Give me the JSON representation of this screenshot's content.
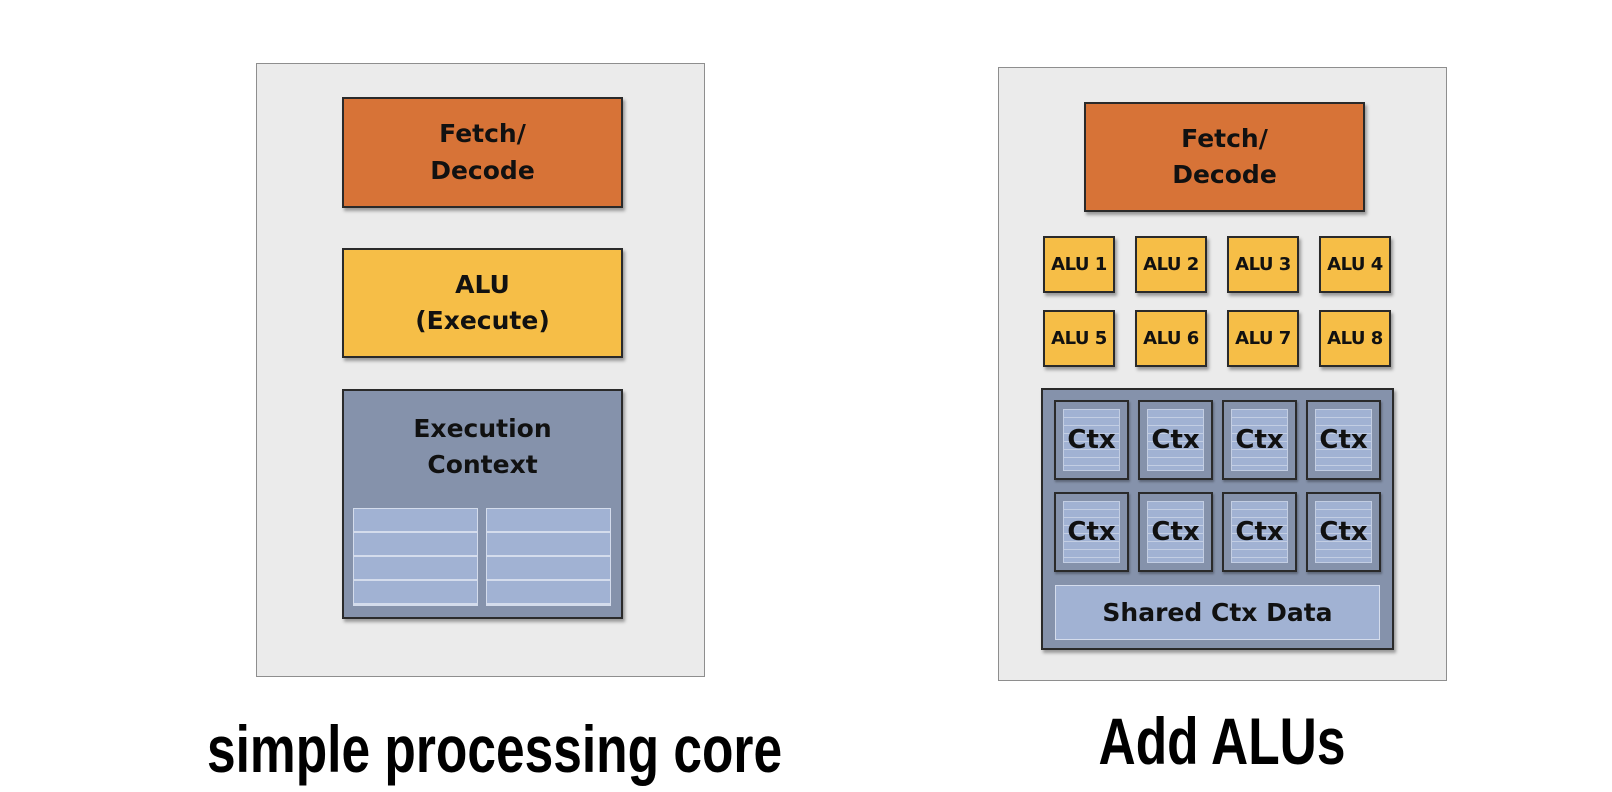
{
  "left_core": {
    "fetch_decode": "Fetch/\nDecode",
    "alu": "ALU\n(Execute)",
    "execution_context": "Execution\nContext",
    "caption": "simple processing core"
  },
  "right_core": {
    "fetch_decode": "Fetch/\nDecode",
    "alus": [
      "ALU 1",
      "ALU 2",
      "ALU 3",
      "ALU 4",
      "ALU 5",
      "ALU 6",
      "ALU 7",
      "ALU 8"
    ],
    "contexts": [
      "Ctx",
      "Ctx",
      "Ctx",
      "Ctx",
      "Ctx",
      "Ctx",
      "Ctx",
      "Ctx"
    ],
    "shared_data": "Shared Ctx Data",
    "caption": "Add ALUs"
  },
  "colors": {
    "fetch": "#d77337",
    "alu": "#f6be47",
    "context": "#8592ab",
    "register": "#a1b2d3",
    "core_bg": "#ebebeb"
  }
}
